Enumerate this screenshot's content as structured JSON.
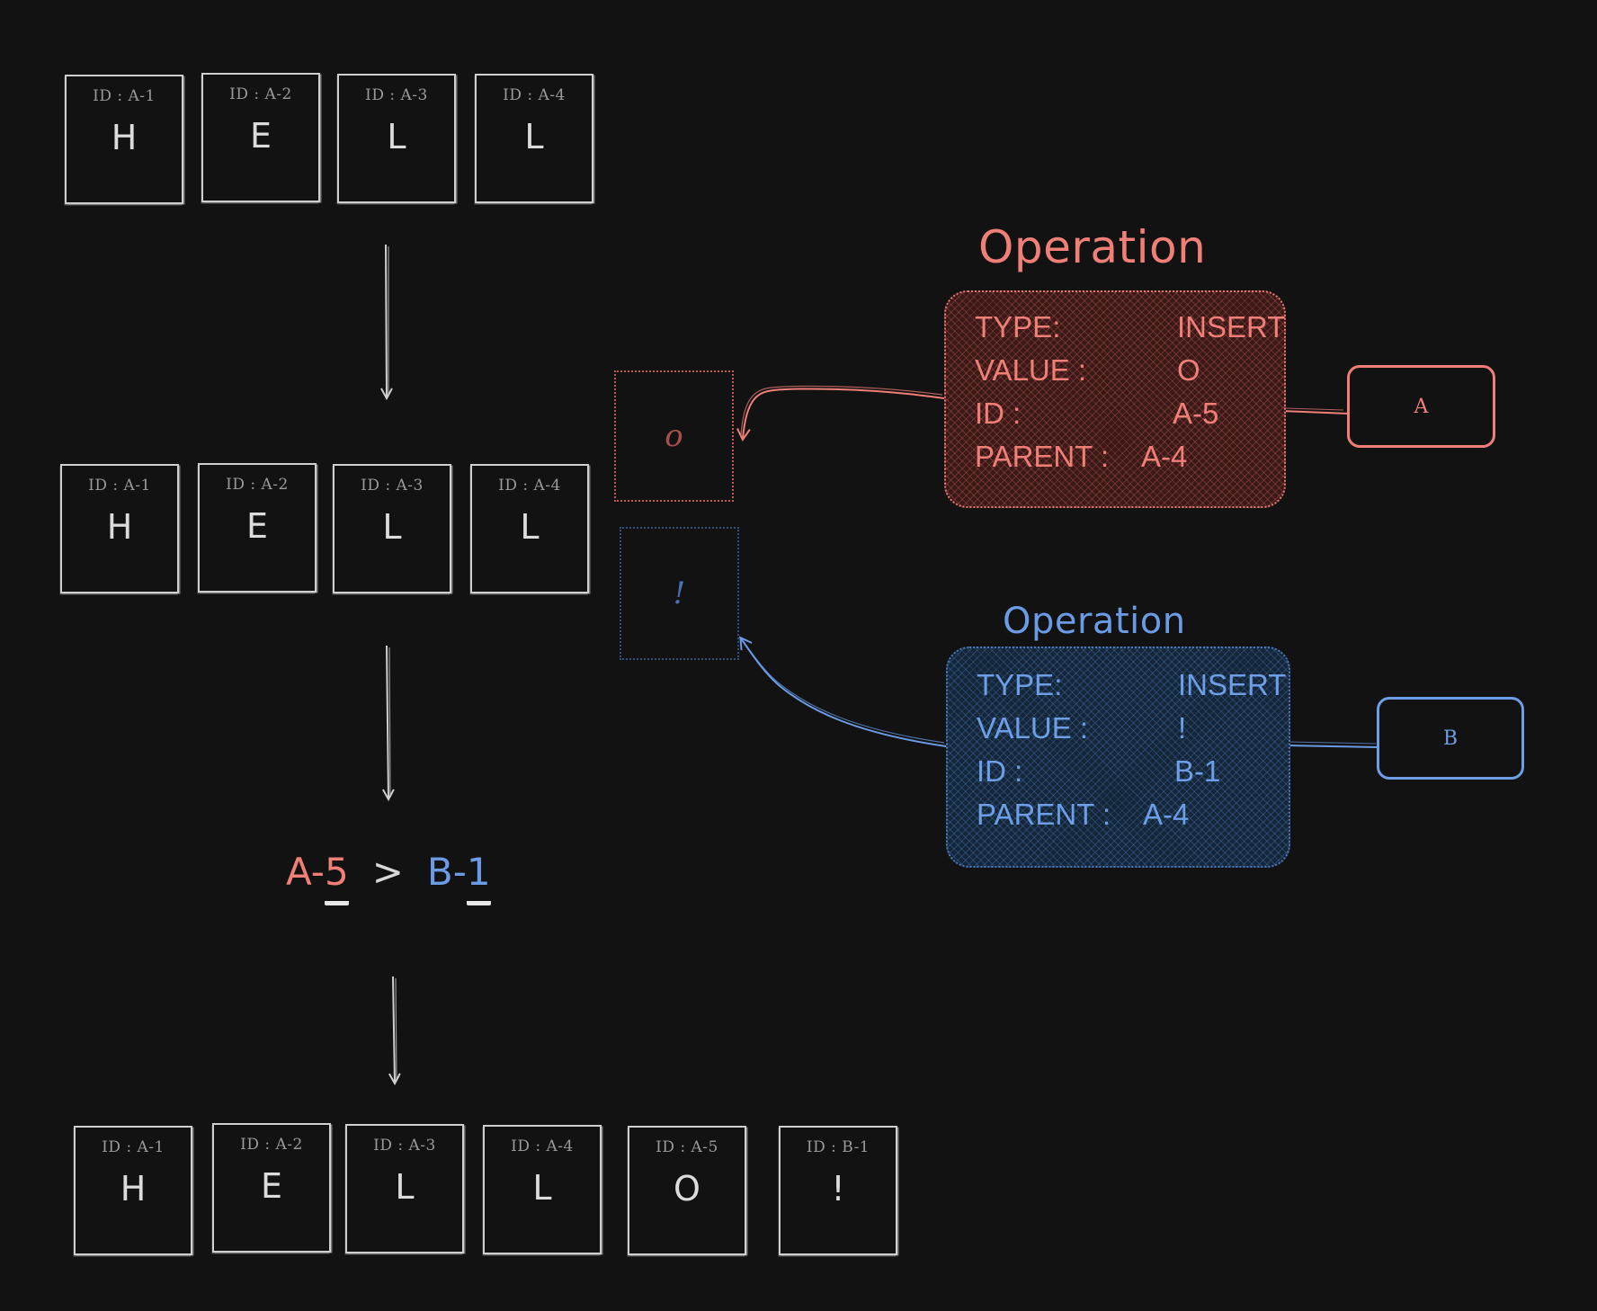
{
  "colors": {
    "background": "#121212",
    "replica_a": "#f07f78",
    "replica_b": "#6a9be4",
    "neutral": "#d6d6d6"
  },
  "sequence_initial": {
    "cells": [
      {
        "id": "ID : A-1",
        "value": "H"
      },
      {
        "id": "ID : A-2",
        "value": "E"
      },
      {
        "id": "ID : A-3",
        "value": "L"
      },
      {
        "id": "ID : A-4",
        "value": "L"
      }
    ]
  },
  "sequence_middle": {
    "cells": [
      {
        "id": "ID : A-1",
        "value": "H"
      },
      {
        "id": "ID : A-2",
        "value": "E"
      },
      {
        "id": "ID : A-3",
        "value": "L"
      },
      {
        "id": "ID : A-4",
        "value": "L"
      }
    ],
    "pending_a": "o",
    "pending_b": "!"
  },
  "sequence_final": {
    "cells": [
      {
        "id": "ID : A-1",
        "value": "H"
      },
      {
        "id": "ID : A-2",
        "value": "E"
      },
      {
        "id": "ID : A-3",
        "value": "L"
      },
      {
        "id": "ID : A-4",
        "value": "L"
      },
      {
        "id": "ID : A-5",
        "value": "O"
      },
      {
        "id": "ID : B-1",
        "value": "!"
      }
    ]
  },
  "operation_a": {
    "title": "Operation",
    "rows": [
      {
        "key": "TYPE:",
        "value": "INSERT"
      },
      {
        "key": "VALUE :",
        "value": "O"
      },
      {
        "key": "ID :",
        "value": "A-5"
      },
      {
        "key": "PARENT :",
        "value": "A-4"
      }
    ],
    "replica_label": "A"
  },
  "operation_b": {
    "title": "Operation",
    "rows": [
      {
        "key": "TYPE:",
        "value": "INSERT"
      },
      {
        "key": "VALUE :",
        "value": "!"
      },
      {
        "key": "ID :",
        "value": "B-1"
      },
      {
        "key": "PARENT :",
        "value": "A-4"
      }
    ],
    "replica_label": "B"
  },
  "comparison": {
    "left_prefix": "A-",
    "left_digit": "5",
    "operator": ">",
    "right_prefix": "B-",
    "right_digit": "1"
  }
}
